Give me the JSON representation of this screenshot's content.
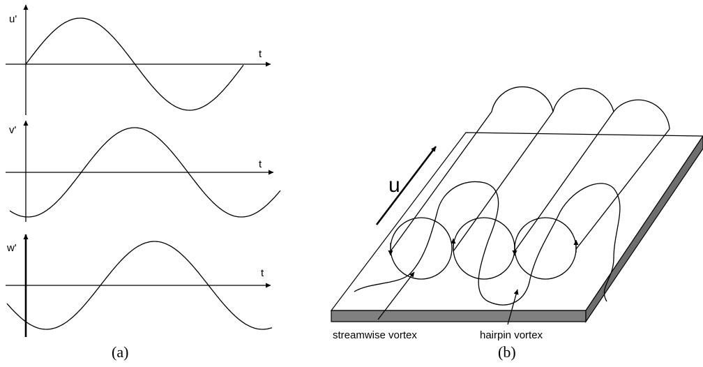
{
  "panel_a": {
    "caption": "(a)",
    "plots": [
      {
        "ylabel": "u'",
        "xlabel": "t"
      },
      {
        "ylabel": "v'",
        "xlabel": "t"
      },
      {
        "ylabel": "w'",
        "xlabel": "t"
      }
    ]
  },
  "panel_b": {
    "caption": "(b)",
    "flow_label": "u",
    "callouts": {
      "streamwise": "streamwise vortex",
      "hairpin": "hairpin vortex"
    }
  }
}
